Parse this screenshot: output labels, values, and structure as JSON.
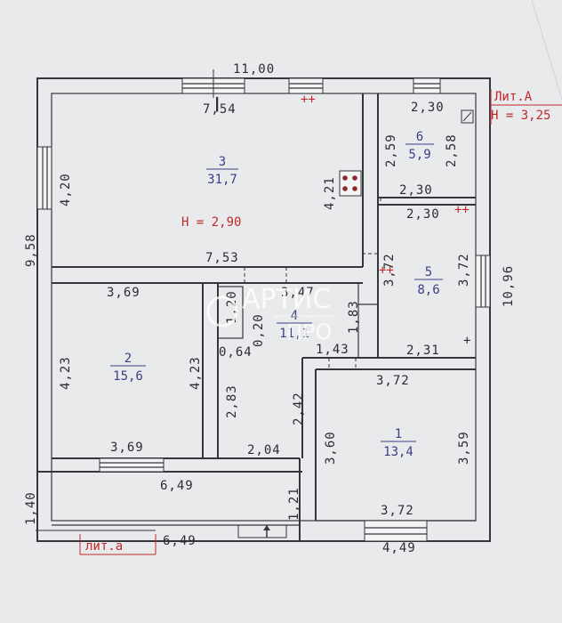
{
  "building": {
    "lit_a_upper": "Лит.А",
    "height_upper": "Н = 3,25",
    "lit_a_lower": "лит.а",
    "room3_height": "Н = 2,90",
    "outlets": "++"
  },
  "watermark": {
    "line1": "АРТИС",
    "line2": "ПРО",
    "tagline": "агентство недвижимости"
  },
  "rooms": {
    "r1": {
      "num": "1",
      "area": "13,4"
    },
    "r2": {
      "num": "2",
      "area": "15,6"
    },
    "r3": {
      "num": "3",
      "area": "31,7"
    },
    "r4": {
      "num": "4",
      "area": "11,1"
    },
    "r5": {
      "num": "5",
      "area": "8,6"
    },
    "r6": {
      "num": "6",
      "area": "5,9"
    }
  },
  "dims": {
    "top_total": "11,00",
    "left_total": "9,58",
    "right_total": "10,96",
    "r3_top": "7,54",
    "r3_left": "4,20",
    "r3_right": "4,21",
    "r3_bottom": "7,53",
    "r6_top": "2,30",
    "r6_left": "2,59",
    "r6_right": "2,58",
    "r6_bottom": "2,30",
    "r5_top": "2,30",
    "r5_left": "3,72",
    "r5_right": "3,72",
    "r5_bottom": "2,31",
    "r2_top": "3,69",
    "r2_left": "4,23",
    "r2_right": "4,23",
    "r2_bottom": "3,69",
    "r4_a": "3,47",
    "r4_b": "1,20",
    "r4_c": "0,20",
    "r4_d": "0,64",
    "r4_e": "1,83",
    "r4_f": "1,43",
    "r4_g": "2,83",
    "r4_h": "2,42",
    "r4_bottom": "2,04",
    "r1_top": "3,72",
    "r1_left": "3,60",
    "r1_right": "3,59",
    "r1_bottom": "3,72",
    "porch_top": "6,49",
    "porch_bottom": "6,49",
    "porch_left": "1,40",
    "porch_right": "1,21",
    "bottom_right": "4,49"
  }
}
